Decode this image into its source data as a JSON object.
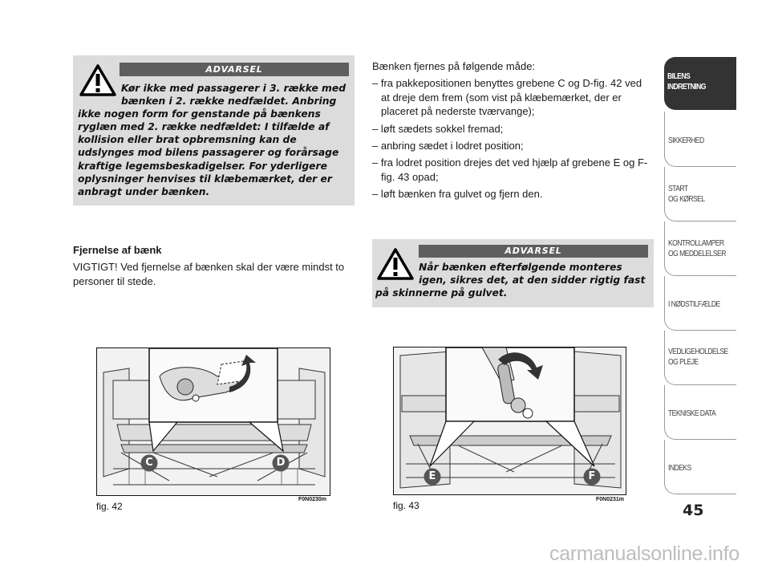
{
  "warning_top": {
    "label": "ADVARSEL",
    "line1": "Kør ikke med passagerer i 3. række med",
    "line2": "bænken i 2. række nedfældet. Anbring",
    "rest": "ikke nogen form for genstande på bænkens ryglæn med 2. række nedfældet: I tilfælde af kollision eller brat opbremsning kan de udslynges mod bilens passagerer og forårsage kraftige legemsbeskadigelser. For yderligere oplysninger henvises til klæbemærket, der er anbragt under bænken."
  },
  "warning_bottom": {
    "label": "ADVARSEL",
    "line1": "Når bænken efterfølgende monteres",
    "line2": "igen, sikres det, at den sidder rigtig fast",
    "rest": "på skinnerne på gulvet."
  },
  "right_col": {
    "intro": "Bænken fjernes på følgende måde:",
    "items": [
      "– fra pakkepositionen benyttes grebene C og D-fig. 42 ved at dreje dem frem (som vist på klæbemærket, der er placeret på nederste tværvange);",
      "– løft sædets sokkel fremad;",
      "– anbring sædet i lodret position;",
      "– fra lodret position drejes det ved hjælp af grebene E og F-fig. 43 opad;",
      "– løft bænken fra gulvet og fjern den."
    ]
  },
  "left_col": {
    "heading": "Fjernelse af bænk",
    "text": "VIGTIGT! Ved fjernelse af bænken skal der være mindst to personer til stede."
  },
  "figures": [
    {
      "caption": "fig. 42",
      "code": "F0N0230m",
      "markers": [
        "C",
        "D"
      ]
    },
    {
      "caption": "fig. 43",
      "code": "F0N0231m",
      "markers": [
        "E",
        "F"
      ]
    }
  ],
  "tabs": [
    {
      "lines": [
        "BILENS",
        "INDRETNING"
      ],
      "active": true
    },
    {
      "lines": [
        "SIKKERHED"
      ],
      "active": false
    },
    {
      "lines": [
        "START",
        "OG KØRSEL"
      ],
      "active": false
    },
    {
      "lines": [
        "KONTROLLAMPER",
        "OG MEDDELELSER"
      ],
      "active": false
    },
    {
      "lines": [
        "I NØDSTILFÆLDE"
      ],
      "active": false
    },
    {
      "lines": [
        "VEDLIGEHOLDELSE",
        "OG PLEJE"
      ],
      "active": false
    },
    {
      "lines": [
        "TEKNISKE DATA"
      ],
      "active": false
    },
    {
      "lines": [
        "INDEKS"
      ],
      "active": false
    }
  ],
  "page_number": "45",
  "watermark": "carmanualsonline.info",
  "colors": {
    "warning_bg": "#dcdcdc",
    "warning_bar": "#5e5e5e",
    "tab_active": "#333333",
    "marker": "#555555"
  }
}
